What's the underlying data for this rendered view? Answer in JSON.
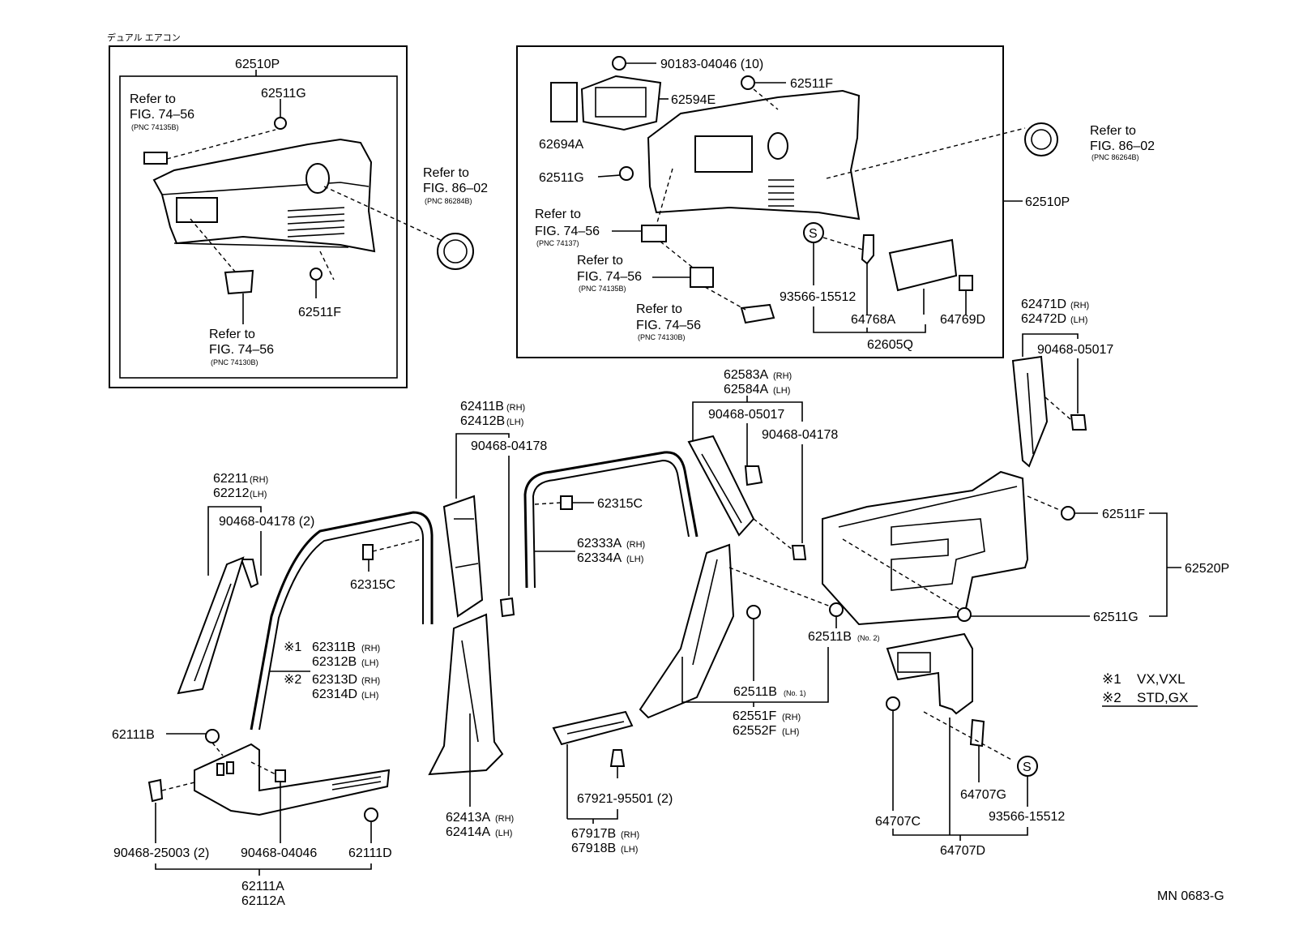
{
  "header_note": "デュアル エアコン",
  "diagram_code": "MN 0683-G",
  "legend": [
    {
      "mark": "※1",
      "text": "VX,VXL"
    },
    {
      "mark": "※2",
      "text": "STD,GX"
    }
  ],
  "inset_left": {
    "p62510P": "62510P",
    "p62511G": "62511G",
    "p62511F": "62511F",
    "ref1": {
      "line1": "Refer to",
      "line2": "FIG. 74–56",
      "pnc": "(PNC 74135B)"
    },
    "ref2": {
      "line1": "Refer to",
      "line2": "FIG. 74–56",
      "pnc": "(PNC 74130B)"
    },
    "ref3": {
      "line1": "Refer to",
      "line2": "FIG. 86–02",
      "pnc": "(PNC 86284B)"
    }
  },
  "inset_right": {
    "p90183": "90183-04046 (10)",
    "p62511F": "62511F",
    "p62594E": "62594E",
    "p62694A": "62694A",
    "p62511G": "62511G",
    "p62510P": "62510P",
    "p93566": "93566-15512",
    "p64768A": "64768A",
    "p64769D": "64769D",
    "p62605Q": "62605Q",
    "ref1": {
      "line1": "Refer to",
      "line2": "FIG. 74–56",
      "pnc": "(PNC 74137)"
    },
    "ref2": {
      "line1": "Refer to",
      "line2": "FIG. 74–56",
      "pnc": "(PNC 74135B)"
    },
    "ref3": {
      "line1": "Refer to",
      "line2": "FIG. 74–56",
      "pnc": "(PNC 74130B)"
    },
    "ref4": {
      "line1": "Refer to",
      "line2": "FIG. 86–02",
      "pnc": "(PNC 86264B)"
    }
  },
  "parts": {
    "p62211": "62211",
    "p62211_s": "(RH)",
    "p62212": "62212",
    "p62212_s": "(LH)",
    "p90468_04178_2": "90468-04178 (2)",
    "p62315C_a": "62315C",
    "mark1": "※1",
    "p62311B": "62311B",
    "p62311B_s": "(RH)",
    "p62312B": "62312B",
    "p62312B_s": "(LH)",
    "mark2": "※2",
    "p62313D": "62313D",
    "p62313D_s": "(RH)",
    "p62314D": "62314D",
    "p62314D_s": "(LH)",
    "p62111B": "62111B",
    "p90468_25003": "90468-25003 (2)",
    "p90468_04046": "90468-04046",
    "p62111D": "62111D",
    "p62111A": "62111A",
    "p62112A": "62112A",
    "p62411B": "62411B",
    "p62411B_s": "(RH)",
    "p62412B": "62412B",
    "p62412B_s": "(LH)",
    "p90468_04178_b": "90468-04178",
    "p62413A": "62413A",
    "p62413A_s": "(RH)",
    "p62414A": "62414A",
    "p62414A_s": "(LH)",
    "p62315C_b": "62315C",
    "p62333A": "62333A",
    "p62333A_s": "(RH)",
    "p62334A": "62334A",
    "p62334A_s": "(LH)",
    "p67921": "67921-95501 (2)",
    "p67917B": "67917B",
    "p67917B_s": "(RH)",
    "p67918B": "67918B",
    "p67918B_s": "(LH)",
    "p62583A": "62583A",
    "p62583A_s": "(RH)",
    "p62584A": "62584A",
    "p62584A_s": "(LH)",
    "p90468_05017_a": "90468-05017",
    "p90468_04178_c": "90468-04178",
    "p62511B_2": "62511B",
    "p62511B_2_s": "(No. 2)",
    "p62511B_1": "62511B",
    "p62511B_1_s": "(No. 1)",
    "p62551F": "62551F",
    "p62551F_s": "(RH)",
    "p62552F": "62552F",
    "p62552F_s": "(LH)",
    "p62471D": "62471D",
    "p62471D_s": "(RH)",
    "p62472D": "62472D",
    "p62472D_s": "(LH)",
    "p90468_05017_b": "90468-05017",
    "p62511F": "62511F",
    "p62520P": "62520P",
    "p62511G": "62511G",
    "p64707C": "64707C",
    "p64707G": "64707G",
    "p93566_b": "93566-15512",
    "p64707D": "64707D",
    "s_mark_a": "S",
    "s_mark_b": "S"
  }
}
